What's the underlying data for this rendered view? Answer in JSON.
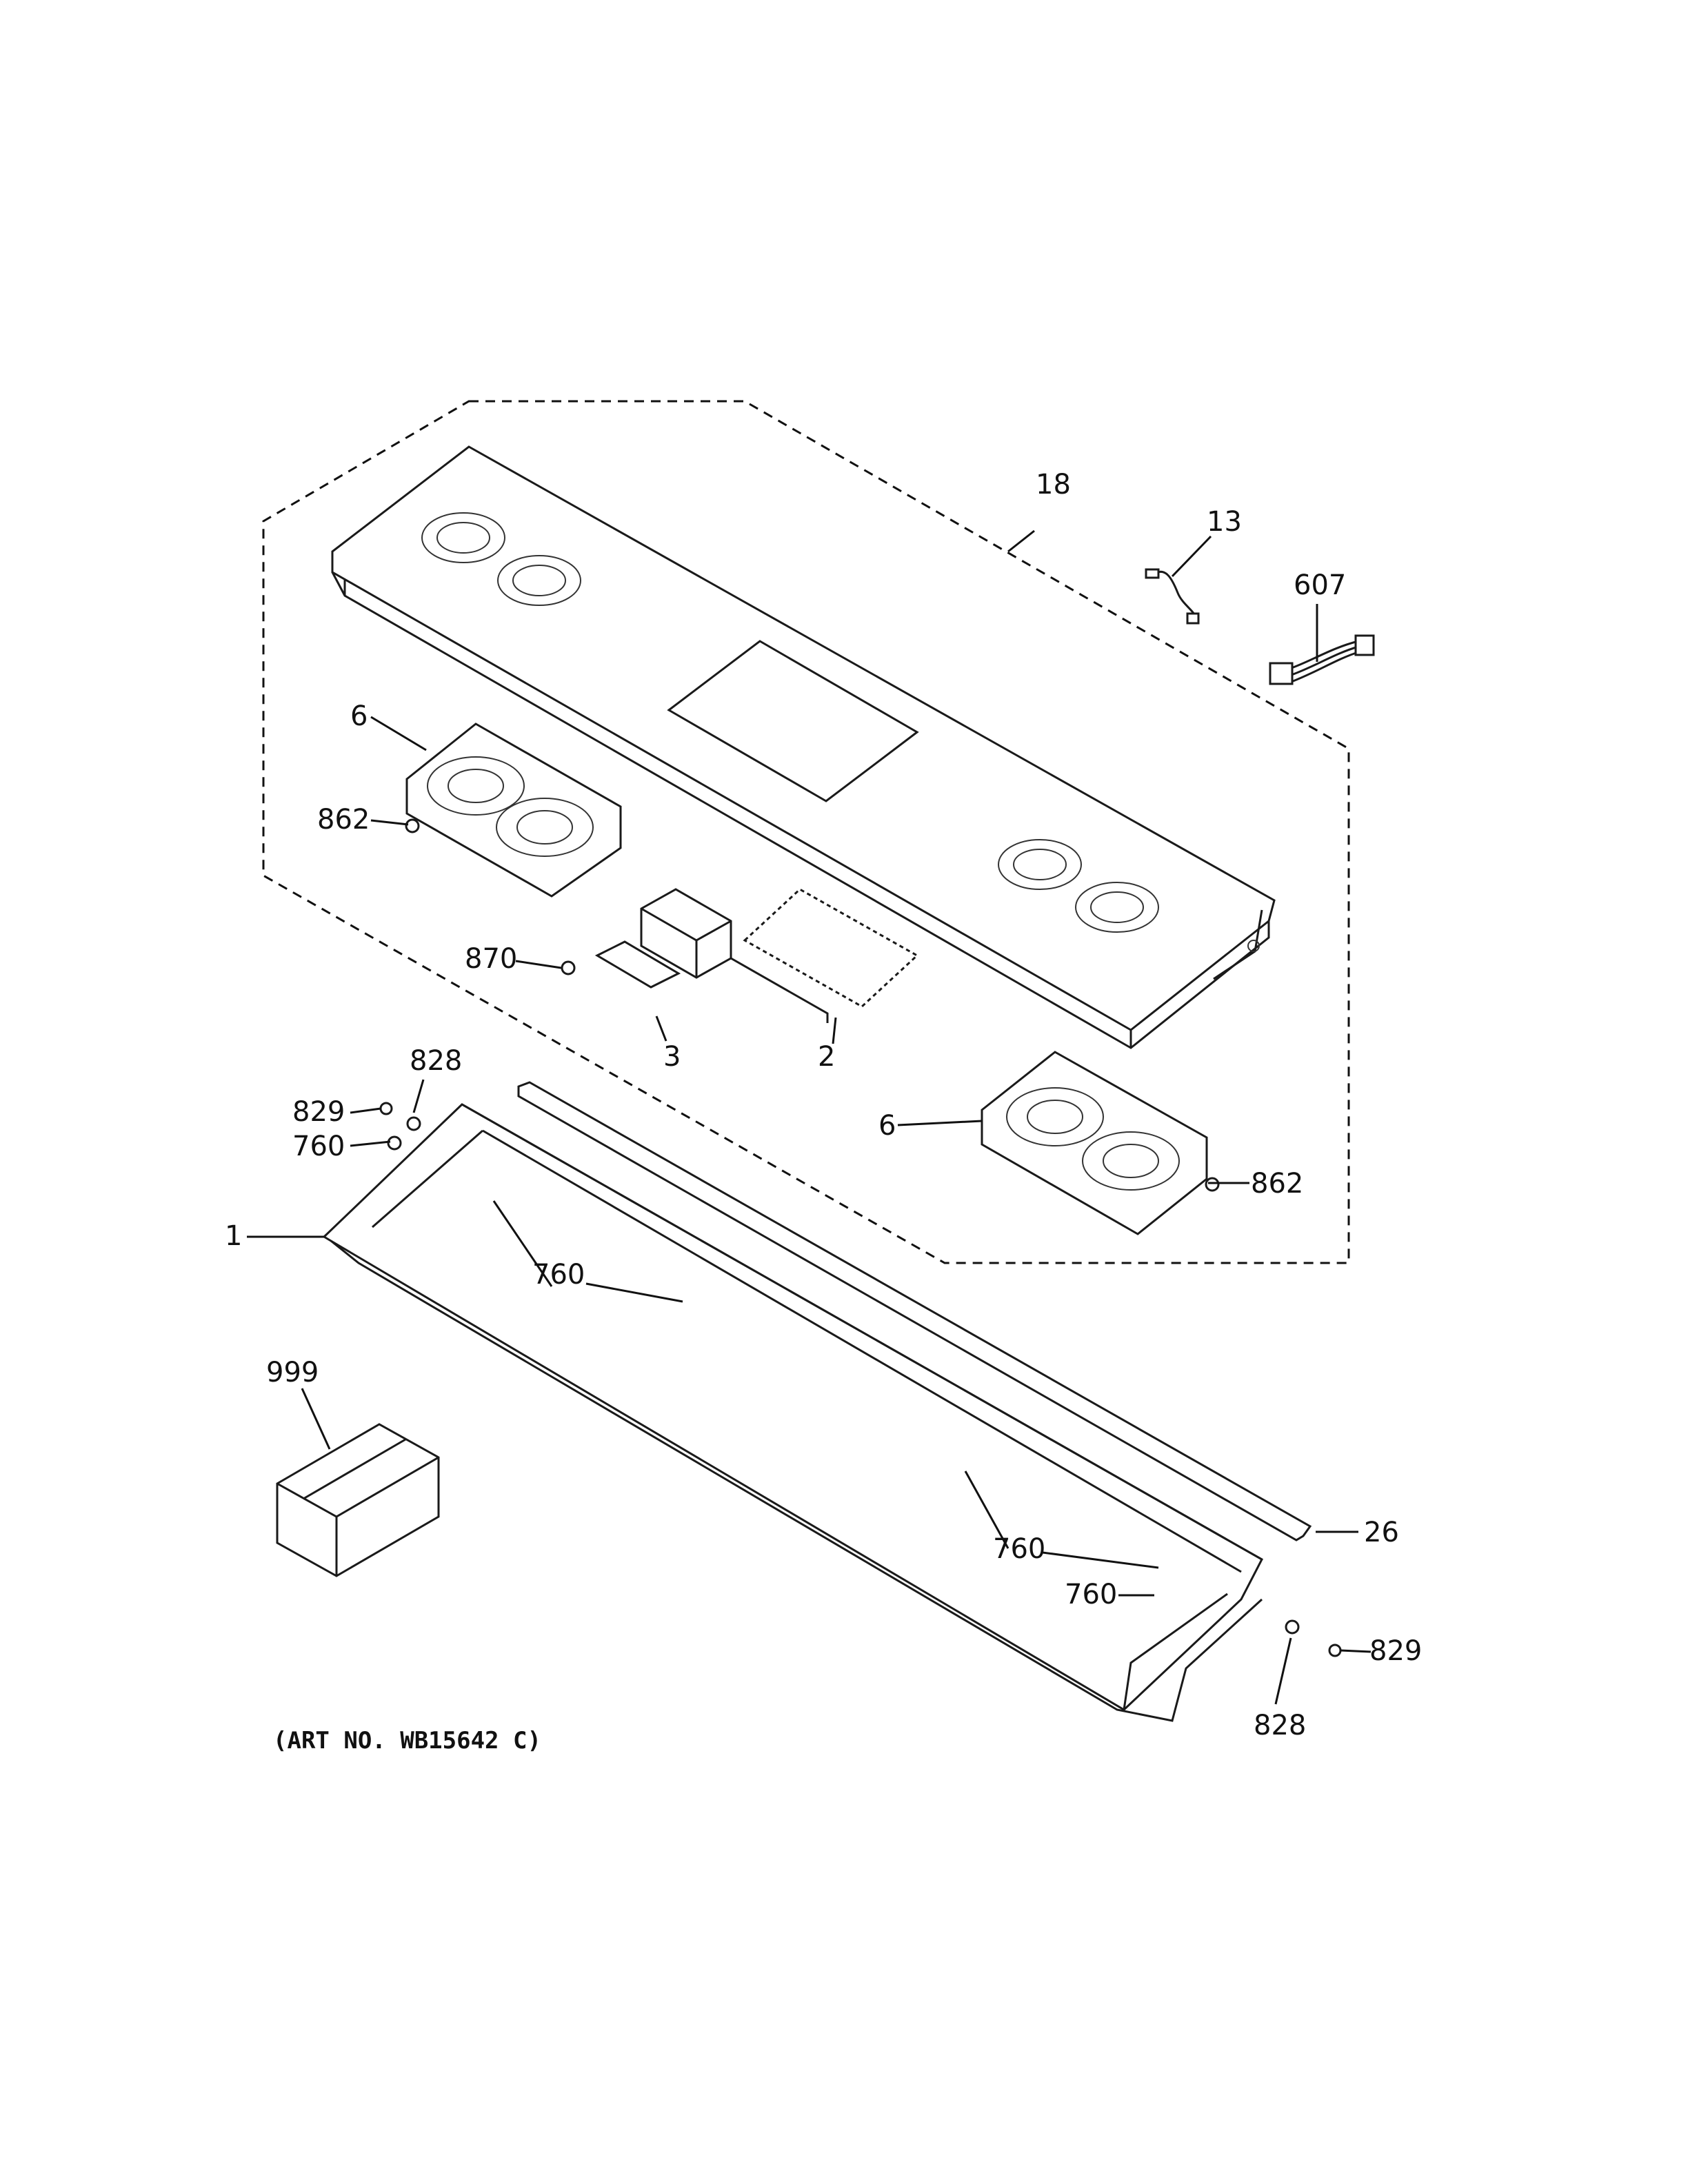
{
  "diagram": {
    "art_number": "(ART NO. WB15642 C)",
    "callouts": {
      "panel_assembly": "18",
      "harness_small": "13",
      "harness_connector": "607",
      "knob_housing_left": "6",
      "screw_left": "862",
      "knob_housing_right": "6",
      "screw_right": "862",
      "clip": "870",
      "small_board": "3",
      "control_board": "2",
      "nut_left": "828",
      "screw_829_left": "829",
      "screw_760_left": "760",
      "frame": "1",
      "screw_760_mid": "760",
      "kit": "999",
      "screw_760_r1": "760",
      "screw_760_r2": "760",
      "gasket": "26",
      "screw_829_right": "829",
      "nut_right": "828"
    }
  }
}
